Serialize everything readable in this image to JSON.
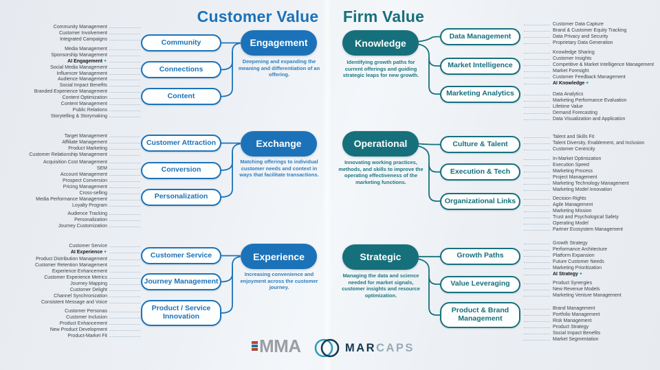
{
  "customer_value": {
    "title": "Customer Value",
    "sections": [
      {
        "main": {
          "label": "Engagement",
          "description": "Deepening and expanding the meaning and differentiation of an offering."
        },
        "subs": [
          {
            "label": "Community",
            "leaves": [
              {
                "label": "Community Management"
              },
              {
                "label": "Customer Involvement"
              },
              {
                "label": "Integrated Campaigns"
              }
            ]
          },
          {
            "label": "Connections",
            "leaves": [
              {
                "label": "Media Management"
              },
              {
                "label": "Sponsorship Management"
              },
              {
                "label": "AI Engagement",
                "ai": true
              },
              {
                "label": "Social Media Management"
              },
              {
                "label": "Influencer Management"
              }
            ]
          },
          {
            "label": "Content",
            "leaves": [
              {
                "label": "Audience Management"
              },
              {
                "label": "Social Impact Benefits"
              },
              {
                "label": "Branded Experience Management"
              },
              {
                "label": "Content Optimization"
              },
              {
                "label": "Content Management"
              },
              {
                "label": "Public Relations"
              },
              {
                "label": "Storytelling & Storymaking"
              }
            ]
          }
        ]
      },
      {
        "main": {
          "label": "Exchange",
          "description": "Matching offerings to individual customer needs and context in ways that facilitate transactions."
        },
        "subs": [
          {
            "label": "Customer Attraction",
            "leaves": [
              {
                "label": "Target Management"
              },
              {
                "label": "Affiliate Management"
              },
              {
                "label": "Product Marketing"
              },
              {
                "label": "Customer Relationship Management"
              }
            ]
          },
          {
            "label": "Conversion",
            "leaves": [
              {
                "label": "Acquisition Cost Management"
              },
              {
                "label": "SEM"
              },
              {
                "label": "Account Management"
              },
              {
                "label": "Prospect Conversion"
              },
              {
                "label": "Pricing Management"
              },
              {
                "label": "Cross-selling"
              },
              {
                "label": "Media Performance Management"
              },
              {
                "label": "Loyalty Program"
              }
            ]
          },
          {
            "label": "Personalization",
            "leaves": [
              {
                "label": "Audience Tracking"
              },
              {
                "label": "Personalization"
              },
              {
                "label": "Journey Customization"
              }
            ]
          }
        ]
      },
      {
        "main": {
          "label": "Experience",
          "description": "Increasing convenience and enjoyment across the customer journey."
        },
        "subs": [
          {
            "label": "Customer Service",
            "leaves": [
              {
                "label": "Customer Service"
              },
              {
                "label": "AI Experience",
                "ai": true
              }
            ]
          },
          {
            "label": "Journey Management",
            "leaves": [
              {
                "label": "Product Distribution Management"
              },
              {
                "label": "Customer Retention Management"
              },
              {
                "label": "Experience Enhancement"
              },
              {
                "label": "Customer Experience Metrics"
              },
              {
                "label": "Journey Mapping"
              },
              {
                "label": "Customer Delight"
              },
              {
                "label": "Channel Synchronization"
              },
              {
                "label": "Consistent Message and Voice"
              }
            ]
          },
          {
            "label": "Product / Service Innovation",
            "leaves": [
              {
                "label": "Customer Personas"
              },
              {
                "label": "Customer Inclusion"
              },
              {
                "label": "Product Enhancement"
              },
              {
                "label": "New Product Development"
              },
              {
                "label": "Product-Market Fit"
              }
            ]
          }
        ]
      }
    ]
  },
  "firm_value": {
    "title": "Firm Value",
    "sections": [
      {
        "main": {
          "label": "Knowledge",
          "description": "Identifying growth paths for current offerings and guiding strategic leaps for new growth."
        },
        "subs": [
          {
            "label": "Data Management",
            "leaves": [
              {
                "label": "Customer Data Capture"
              },
              {
                "label": "Brand & Customer Equity Tracking"
              },
              {
                "label": "Data Privacy and Security"
              },
              {
                "label": "Proprietary Data Generation"
              }
            ]
          },
          {
            "label": "Market Intelligence",
            "leaves": [
              {
                "label": "Knowledge Sharing"
              },
              {
                "label": "Customer Insights"
              },
              {
                "label": "Competitive & Market Intelligence Management"
              },
              {
                "label": "Market Foresight"
              },
              {
                "label": "Customer Feedback Management"
              },
              {
                "label": "AI Knowledge",
                "ai": true
              }
            ]
          },
          {
            "label": "Marketing Analytics",
            "leaves": [
              {
                "label": "Data Analytics"
              },
              {
                "label": "Marketing Performance Evaluation"
              },
              {
                "label": "Lifetime Value"
              },
              {
                "label": "Demand Forecasting"
              },
              {
                "label": "Data Visualization and Application"
              }
            ]
          }
        ]
      },
      {
        "main": {
          "label": "Operational",
          "description": "Innovating working practices, methods, and skills to improve the operating effectiveness of the marketing functions."
        },
        "subs": [
          {
            "label": "Culture & Talent",
            "leaves": [
              {
                "label": "Talent and Skills Fit"
              },
              {
                "label": "Talent Diversity, Enablement, and Inclusion"
              },
              {
                "label": "Customer Centricity"
              }
            ]
          },
          {
            "label": "Execution & Tech",
            "leaves": [
              {
                "label": "In-Market Optimization"
              },
              {
                "label": "Execution Speed"
              },
              {
                "label": "Marketing Process"
              },
              {
                "label": "Project Management"
              },
              {
                "label": "Marketing Technology Management"
              },
              {
                "label": "Marketing Model Innovation"
              }
            ]
          },
          {
            "label": "Organizational Links",
            "leaves": [
              {
                "label": "Decision Rights"
              },
              {
                "label": "Agile Management"
              },
              {
                "label": "Marketing Mission"
              },
              {
                "label": "Trust and Psychological Safety"
              },
              {
                "label": "Operating Model"
              },
              {
                "label": "Partner Ecosystem Management"
              }
            ]
          }
        ]
      },
      {
        "main": {
          "label": "Strategic",
          "description": "Managing the data and science needed for market signals, customer insights and resource optimization."
        },
        "subs": [
          {
            "label": "Growth Paths",
            "leaves": [
              {
                "label": "Growth Strategy"
              },
              {
                "label": "Performance Architecture"
              },
              {
                "label": "Platform Expansion"
              },
              {
                "label": "Future Customer Needs"
              },
              {
                "label": "Marketing Prioritization"
              },
              {
                "label": "AI Strategy",
                "ai": true
              }
            ]
          },
          {
            "label": "Value Leveraging",
            "leaves": [
              {
                "label": "Product Synergies"
              },
              {
                "label": "New Revenue Models"
              },
              {
                "label": "Marketing Venture Management"
              }
            ]
          },
          {
            "label": "Product & Brand Management",
            "leaves": [
              {
                "label": "Brand Management"
              },
              {
                "label": "Portfolio Management"
              },
              {
                "label": "Risk Management"
              },
              {
                "label": "Product Strategy"
              },
              {
                "label": "Social Impact Benefits"
              },
              {
                "label": "Market Segmentation"
              }
            ]
          }
        ]
      }
    ]
  },
  "footer": {
    "mma": "MMA",
    "marcaps_primary": "MAR",
    "marcaps_secondary": "CAPS"
  },
  "colors": {
    "customer_blue": "#1c72b8",
    "firm_teal": "#16707b",
    "ai_sparkle_teal": "#27a2a8"
  },
  "icons": {
    "ai_sparkle": "✦"
  }
}
